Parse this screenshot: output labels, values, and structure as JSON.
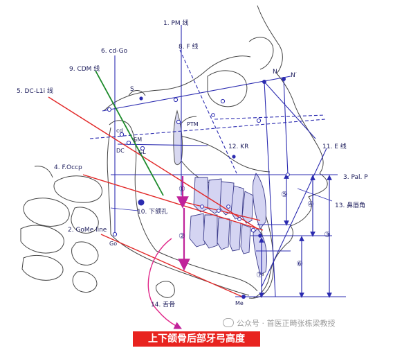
{
  "labels": {
    "pm_line": "1. PM 线",
    "f_line": "8. F 线",
    "cdgo": "6. cd-Go",
    "cdm_line": "9. CDM 线",
    "dcl1i_line": "5. DC-L1i 线",
    "s": "S",
    "n": "N",
    "n_prime": "N′",
    "ptm": "PTM",
    "cd": "cd",
    "gm": "GM",
    "dc": "DC",
    "gl": "GL",
    "kr": "12. KR",
    "e_line": "11. E 线",
    "focc": "4. F.Occp",
    "palp": "3. Pal. P",
    "mandibular_foramen": "10. 下颌孔",
    "nasolabial_angle": "13. 鼻唇角",
    "gome_line": "2. GoMe line",
    "go": "Go",
    "hyoid": "14. 舌骨",
    "me": "Me",
    "c1": "①",
    "c2": "②",
    "c3": "③",
    "c4": "④",
    "c5": "⑤",
    "c6": "⑥",
    "c7": "⑦"
  },
  "caption": "上下颌骨后部牙弓高度",
  "watermark": "公众号 · 首医正畸张栋梁教授",
  "colors": {
    "line": "#2b2bb0",
    "red": "#e22828",
    "green": "#1c8a2a",
    "magenta": "#e0288a",
    "bone": "#444444",
    "tooth_fill": "#d4d4f2"
  }
}
